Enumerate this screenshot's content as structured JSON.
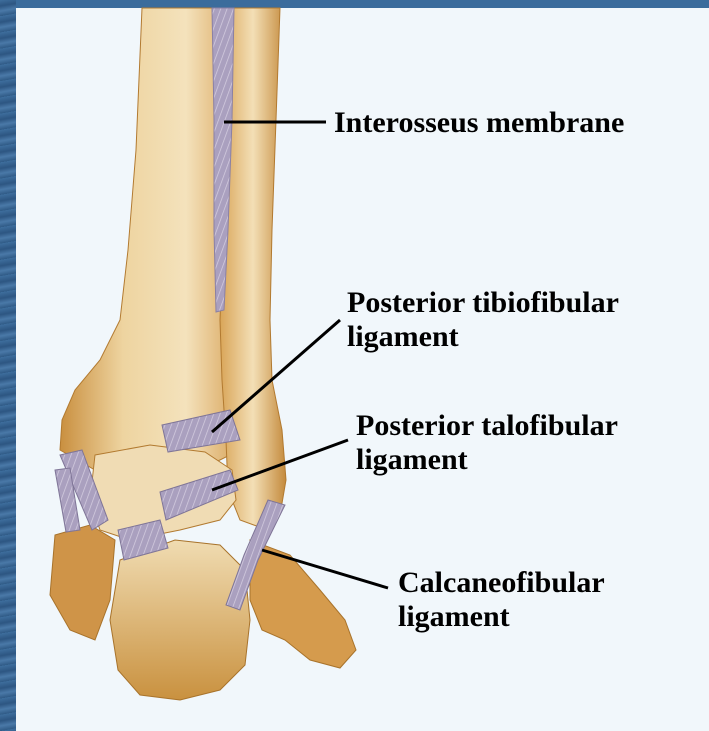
{
  "labels": {
    "interosseus_membrane": {
      "line1": "Interosseus membrane"
    },
    "posterior_tibiofibular": {
      "line1": "Posterior tibiofibular",
      "line2": "ligament"
    },
    "posterior_talofibular": {
      "line1": "Posterior talofibular",
      "line2": "ligament"
    },
    "calcaneofibular": {
      "line1": "Calcaneofibular",
      "line2": "ligament"
    }
  },
  "colors": {
    "background_blue": "#2f5f8f",
    "panel": "#f1f7fb",
    "bone_light": "#f2dfb6",
    "bone_dark": "#c98f3f",
    "ligament": "#a59ab8",
    "label_text": "#000000"
  }
}
